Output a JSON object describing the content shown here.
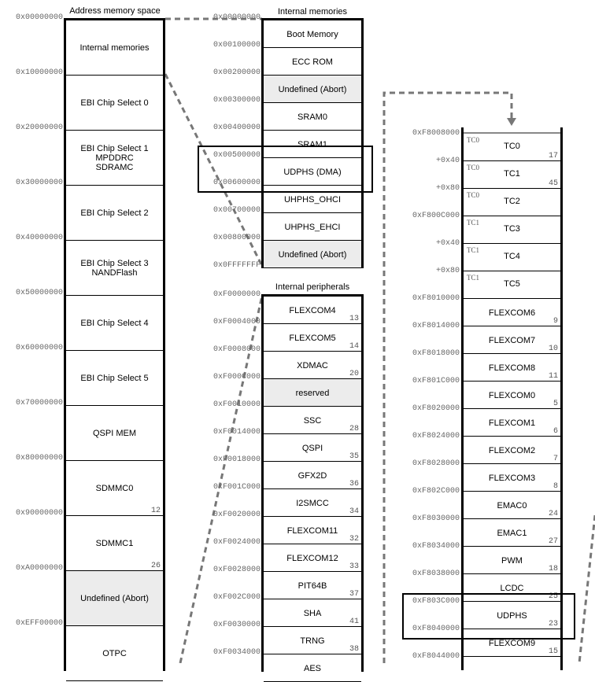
{
  "address_space": {
    "title": "Address memory space",
    "rows": [
      {
        "name": "Internal memories",
        "addr": "0x00000000"
      },
      {
        "name": "EBI Chip Select 0",
        "addr": "0x10000000"
      },
      {
        "name": "EBI Chip Select 1\nMPDDRC\nSDRAMC",
        "addr": "0x20000000"
      },
      {
        "name": "EBI Chip Select 2",
        "addr": "0x30000000"
      },
      {
        "name": "EBI Chip Select 3\nNANDFlash",
        "addr": "0x40000000"
      },
      {
        "name": "EBI Chip Select 4",
        "addr": "0x50000000"
      },
      {
        "name": "EBI Chip Select 5",
        "addr": "0x60000000"
      },
      {
        "name": "QSPI MEM",
        "addr": "0x70000000"
      },
      {
        "name": "SDMMC0",
        "addr": "0x80000000",
        "id": "12"
      },
      {
        "name": "SDMMC1",
        "addr": "0x90000000",
        "id": "26"
      },
      {
        "name": "Undefined (Abort)",
        "addr": "0xA0000000",
        "gray": true
      },
      {
        "name": "OTPC",
        "addr": "0xEFF00000"
      }
    ]
  },
  "internal_memories": {
    "title": "Internal memories",
    "rows": [
      {
        "name": "Boot Memory",
        "addr": "0x00000000"
      },
      {
        "name": "ECC ROM",
        "addr": "0x00100000"
      },
      {
        "name": "Undefined (Abort)",
        "addr": "0x00200000",
        "gray": true
      },
      {
        "name": "SRAM0",
        "addr": "0x00300000"
      },
      {
        "name": "SRAM1",
        "addr": "0x00400000"
      },
      {
        "name": "UDPHS (DMA)",
        "addr": "0x00500000"
      },
      {
        "name": "UHPHS_OHCI",
        "addr": "0x00600000"
      },
      {
        "name": "UHPHS_EHCI",
        "addr": "0x00700000"
      },
      {
        "name": "Undefined (Abort)",
        "addr": "0x00800000",
        "gray": true
      }
    ],
    "end_addr": "0x0FFFFFFF"
  },
  "internal_peripherals": {
    "title": "Internal peripherals",
    "rows": [
      {
        "name": "FLEXCOM4",
        "addr": "0xF0000000",
        "id": "13"
      },
      {
        "name": "FLEXCOM5",
        "addr": "0xF0004000",
        "id": "14"
      },
      {
        "name": "XDMAC",
        "addr": "0xF0008000",
        "id": "20"
      },
      {
        "name": "reserved",
        "addr": "0xF000C000",
        "gray": true
      },
      {
        "name": "SSC",
        "addr": "0xF0010000",
        "id": "28"
      },
      {
        "name": "QSPI",
        "addr": "0xF0014000",
        "id": "35"
      },
      {
        "name": "GFX2D",
        "addr": "0xF0018000",
        "id": "36"
      },
      {
        "name": "I2SMCC",
        "addr": "0xF001C000",
        "id": "34"
      },
      {
        "name": "FLEXCOM11",
        "addr": "0xF0020000",
        "id": "32"
      },
      {
        "name": "FLEXCOM12",
        "addr": "0xF0024000",
        "id": "33"
      },
      {
        "name": "PIT64B",
        "addr": "0xF0028000",
        "id": "37"
      },
      {
        "name": "SHA",
        "addr": "0xF002C000",
        "id": "41"
      },
      {
        "name": "TRNG",
        "addr": "0xF0030000",
        "id": "38"
      },
      {
        "name": "AES",
        "addr": "0xF0034000"
      }
    ]
  },
  "peripherals_f8": {
    "rows": [
      {
        "name": "TC0",
        "addr": "0xF8008000",
        "sub": "TC0",
        "id": "17"
      },
      {
        "name": "TC1",
        "addr": "+0x40",
        "sub": "TC0",
        "id": "45"
      },
      {
        "name": "TC2",
        "addr": "+0x80",
        "sub": "TC0"
      },
      {
        "name": "TC3",
        "addr": "0xF800C000",
        "sub": "TC1"
      },
      {
        "name": "TC4",
        "addr": "+0x40",
        "sub": "TC1"
      },
      {
        "name": "TC5",
        "addr": "+0x80",
        "sub": "TC1"
      },
      {
        "name": "FLEXCOM6",
        "addr": "0xF8010000",
        "id": "9"
      },
      {
        "name": "FLEXCOM7",
        "addr": "0xF8014000",
        "id": "10"
      },
      {
        "name": "FLEXCOM8",
        "addr": "0xF8018000",
        "id": "11"
      },
      {
        "name": "FLEXCOM0",
        "addr": "0xF801C000",
        "id": "5"
      },
      {
        "name": "FLEXCOM1",
        "addr": "0xF8020000",
        "id": "6"
      },
      {
        "name": "FLEXCOM2",
        "addr": "0xF8024000",
        "id": "7"
      },
      {
        "name": "FLEXCOM3",
        "addr": "0xF8028000",
        "id": "8"
      },
      {
        "name": "EMAC0",
        "addr": "0xF802C000",
        "id": "24"
      },
      {
        "name": "EMAC1",
        "addr": "0xF8030000",
        "id": "27"
      },
      {
        "name": "PWM",
        "addr": "0xF8034000",
        "id": "18"
      },
      {
        "name": "LCDC",
        "addr": "0xF8038000",
        "id": "25"
      },
      {
        "name": "UDPHS",
        "addr": "0xF803C000",
        "id": "23"
      },
      {
        "name": "FLEXCOM9",
        "addr": "0xF8040000",
        "id": "15"
      }
    ],
    "end_addr": "0xF8044000"
  }
}
